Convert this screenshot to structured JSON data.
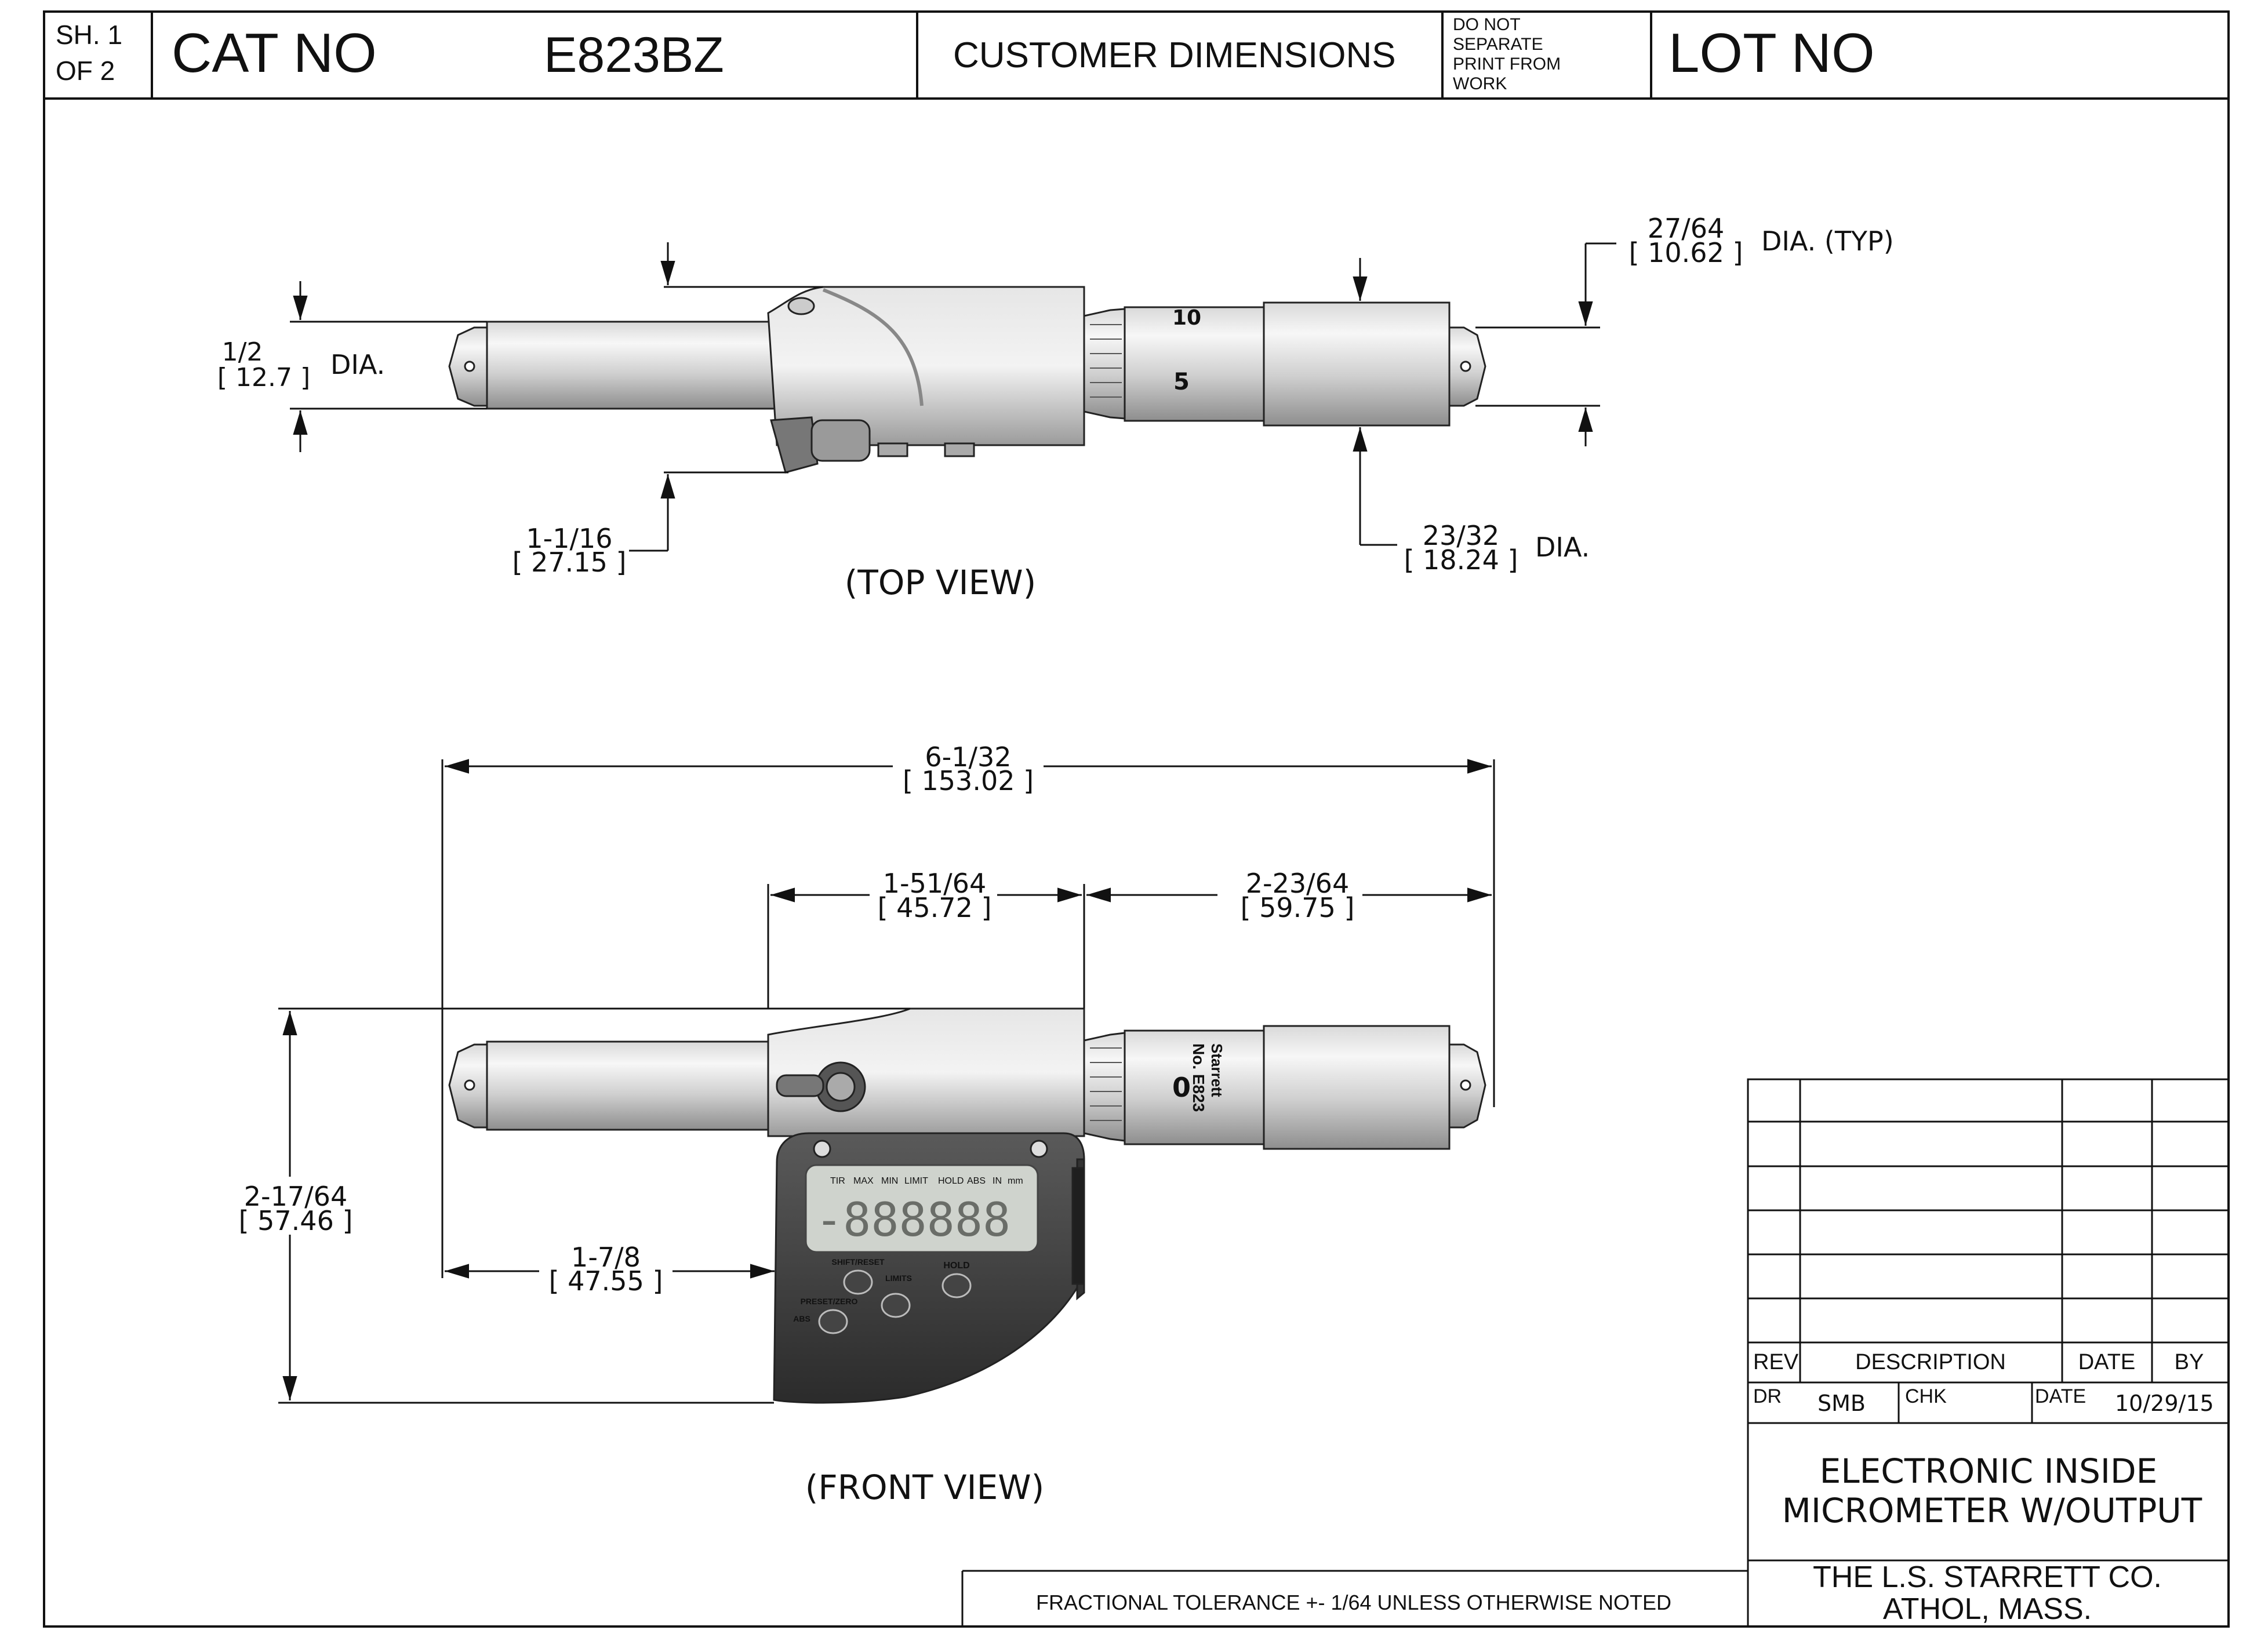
{
  "header": {
    "sheet_line1": "SH. 1",
    "sheet_line2": "OF  2",
    "cat_no_label": "CAT NO",
    "cat_no_value": "E823BZ",
    "customer_dimensions": "CUSTOMER DIMENSIONS",
    "do_not_separate": [
      "DO NOT",
      "SEPARATE",
      "PRINT FROM",
      "WORK"
    ],
    "lot_no_label": "LOT NO"
  },
  "top_view": {
    "title": "(TOP VIEW)",
    "dim_dia_half": {
      "frac": "1/2",
      "mm": "[ 12.7 ]",
      "suffix": "DIA."
    },
    "dim_1_1_16": {
      "frac": "1-1/16",
      "mm": "[ 27.15 ]"
    },
    "dim_27_64": {
      "frac": "27/64",
      "mm": "[ 10.62 ]",
      "suffix": "DIA. (TYP)"
    },
    "dim_23_32": {
      "frac": "23/32",
      "mm": "[ 18.24 ]",
      "suffix": "DIA."
    },
    "thimble_numbers": [
      "10",
      "5"
    ]
  },
  "front_view": {
    "title": "(FRONT VIEW)",
    "dim_overall": {
      "frac": "6-1/32",
      "mm": "[ 153.02 ]"
    },
    "dim_1_51_64": {
      "frac": "1-51/64",
      "mm": "[ 45.72 ]"
    },
    "dim_2_23_64": {
      "frac": "2-23/64",
      "mm": "[ 59.75 ]"
    },
    "dim_height": {
      "frac": "2-17/64",
      "mm": "[ 57.46 ]"
    },
    "dim_1_7_8": {
      "frac": "1-7/8",
      "mm": "[ 47.55 ]"
    },
    "brand": "Starrett",
    "model": "No. E823",
    "thimble_number": "0",
    "lcd_indicators": [
      "TIR",
      "MAX",
      "MIN",
      "LIMIT",
      "HOLD",
      "ABS",
      "IN",
      "mm"
    ],
    "lcd_reading": "-888888",
    "buttons": {
      "shift_reset": "SHIFT/RESET",
      "limits": "LIMITS",
      "hold": "HOLD",
      "preset_zero": "PRESET/ZERO",
      "abs": "ABS"
    }
  },
  "revision_block": {
    "col_rev": "REV",
    "col_description": "DESCRIPTION",
    "col_date": "DATE",
    "col_by": "BY",
    "dr_label": "DR",
    "dr_value": "SMB",
    "chk_label": "CHK",
    "date_label": "DATE",
    "date_value": "10/29/15",
    "title_line1": "ELECTRONIC INSIDE",
    "title_line2": "MICROMETER  W/OUTPUT",
    "company_line1": "THE L.S. STARRETT CO.",
    "company_line2": "ATHOL, MASS."
  },
  "tolerance_note": "FRACTIONAL TOLERANCE  +- 1/64 UNLESS OTHERWISE NOTED"
}
